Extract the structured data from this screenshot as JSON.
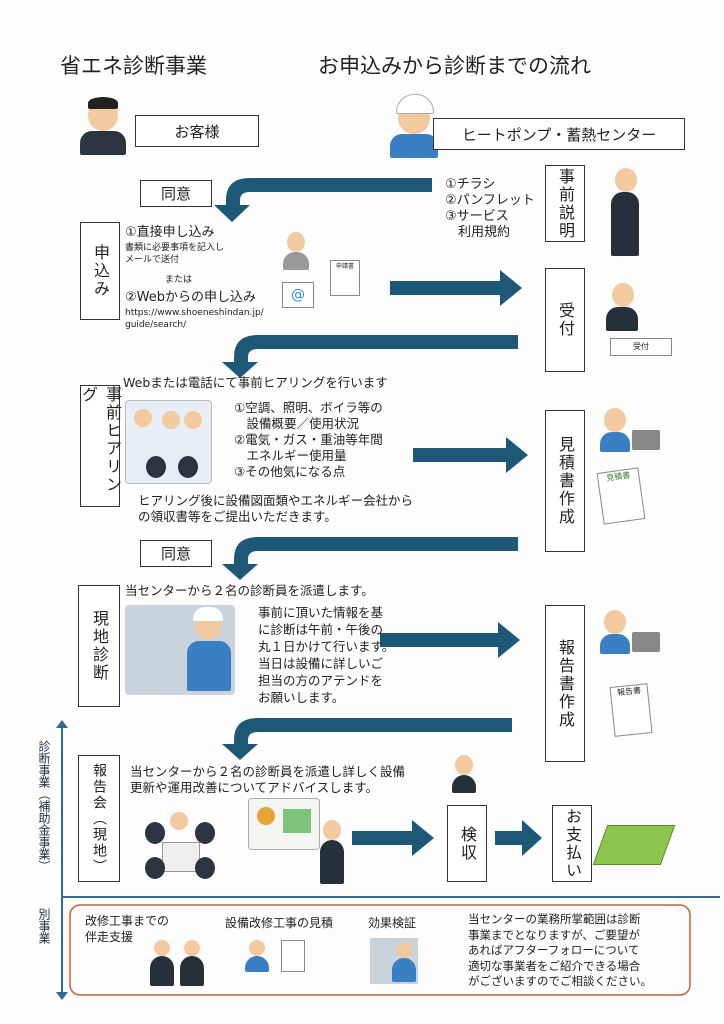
{
  "header": {
    "left_title": "省エネ診断事業",
    "right_title": "お申込みから診断までの流れ"
  },
  "actors": {
    "customer": "お客様",
    "center": "ヒートポンプ・蓄熱センター"
  },
  "right_steps": [
    "事前説明",
    "受付",
    "見積書作成",
    "報告書作成",
    "お支払い"
  ],
  "left_steps": [
    "申込み",
    "事前ヒアリング",
    "現地診断",
    "報告会（現地）"
  ],
  "acceptance": "検収",
  "consent_labels": [
    "同意",
    "同意"
  ],
  "pre_explanation_items": [
    "①チラシ",
    "②パンフレット",
    "③サービス",
    "　利用規約"
  ],
  "application": {
    "direct": "①直接申し込み",
    "direct_desc": [
      "書類に必要事項を記入し",
      "メールで送付"
    ],
    "or": "または",
    "web": "②Webからの申し込み",
    "url": [
      "https://www.shoeneshindan.jp/",
      "guide/search/"
    ],
    "form_label": "申請書"
  },
  "hearing": {
    "intro": "Webまたは電話にて事前ヒアリングを行います",
    "items": [
      "①空調、照明、ボイラ等の",
      "　設備概要／使用状況",
      "②電気・ガス・重油等年間",
      "　エネルギー使用量",
      "③その他気になる点"
    ],
    "after": [
      "ヒアリング後に設備図面類やエネルギー会社から",
      "の領収書等をご提出いただきます。"
    ]
  },
  "estimate_label": "見積書",
  "report_label": "報告書",
  "reception_label": "受付",
  "site": {
    "intro": "当センターから２名の診断員を派遣します。",
    "desc": [
      "事前に頂いた情報を基",
      "に診断は午前・午後の",
      "丸１日かけて行います。",
      "当日は設備に詳しいご",
      "担当の方のアテンドを",
      "お願いします。"
    ]
  },
  "report_meeting": {
    "desc": [
      "当センターから２名の診断員を派遣し詳しく設備",
      "更新や運用改善についてアドバイスします。"
    ]
  },
  "side_labels": {
    "main": "診断事業（補助金事業）",
    "other": "別事業"
  },
  "other_services": {
    "items": [
      [
        "改修工事までの",
        "伴走支援"
      ],
      [
        "設備改修工事の見積"
      ],
      [
        "効果検証"
      ]
    ],
    "note": [
      "当センターの業務所掌範囲は診断",
      "事業までとなりますが、ご要望が",
      "あればアフターフォローについて",
      "適切な事業者をご紹介できる場合",
      "がございますのでご相談ください。"
    ]
  },
  "colors": {
    "arrow": "#1d5877",
    "frame": "#c8603a",
    "axis": "#2f6a92"
  }
}
